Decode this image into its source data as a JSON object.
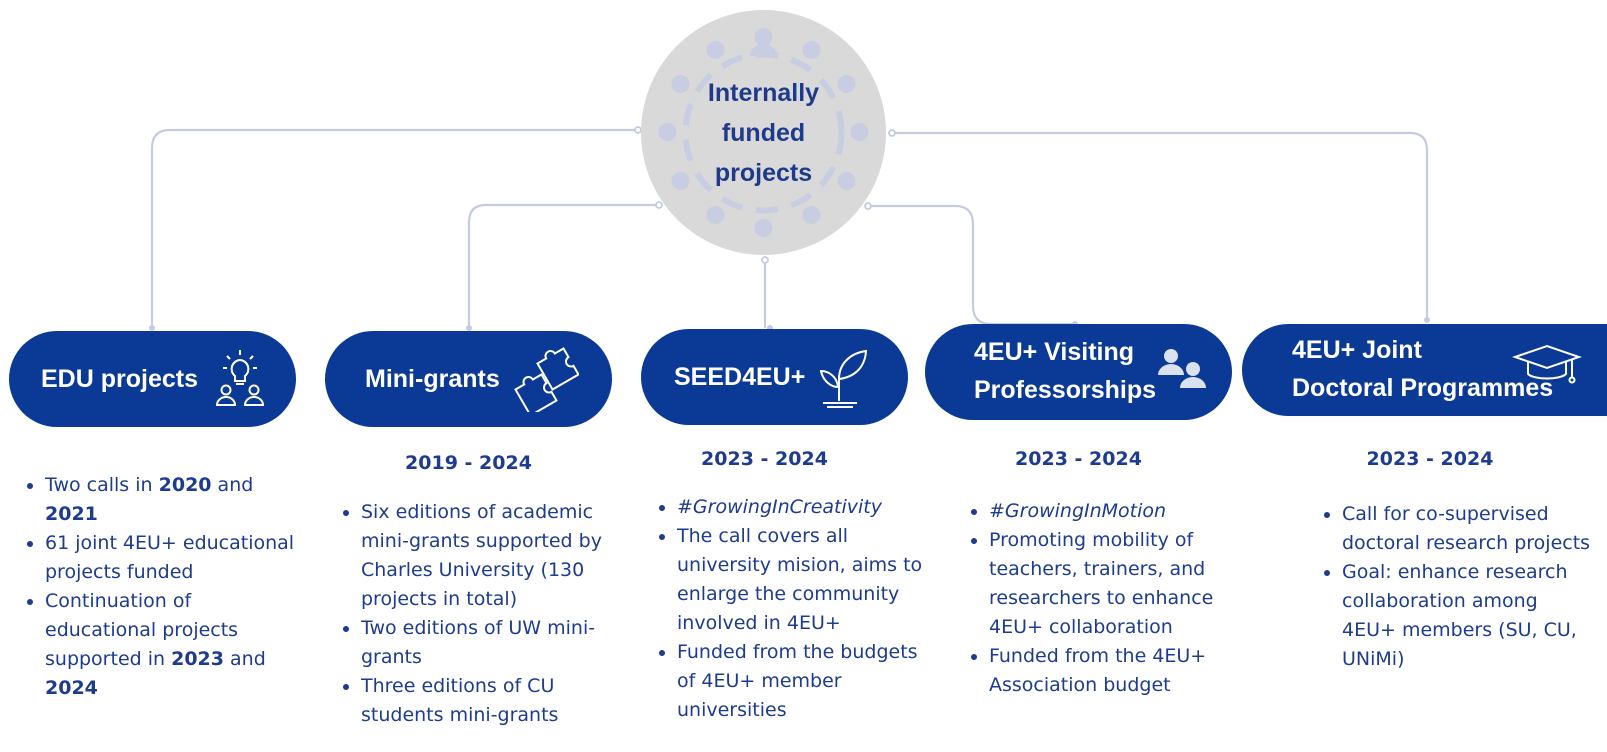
{
  "center": {
    "title": "Internally\nfunded\nprojects",
    "icon": "people-circle-icon"
  },
  "colors": {
    "pill": "#0b3a96",
    "text": "#1d3c8f",
    "hub": "#d9d9d9",
    "connector": "#c5cbe3",
    "hub_icons": "#c8cde2"
  },
  "columns": [
    {
      "title": "EDU projects",
      "icon": "idea-team-icon",
      "years": "",
      "bullets": [
        [
          "Two calls in ",
          {
            "b": "2020"
          },
          " and ",
          {
            "b": "2021"
          }
        ],
        [
          "61 joint 4EU+ educational projects funded"
        ],
        [
          "Continuation of educational projects supported in ",
          {
            "b": "2023"
          },
          " and ",
          {
            "b": "2024"
          }
        ]
      ]
    },
    {
      "title": "Mini-grants",
      "icon": "puzzle-icon",
      "years": "2019 - 2024",
      "bullets": [
        [
          " Six editions of academic mini-grants supported by Charles University (130 projects in total)"
        ],
        [
          "Two editions of UW mini-grants"
        ],
        [
          "Three editions of CU students mini-grants"
        ]
      ]
    },
    {
      "title": "SEED4EU+",
      "icon": "sprout-icon",
      "years": "2023 - 2024",
      "bullets": [
        [
          {
            "i": "#GrowingInCreativity"
          }
        ],
        [
          "The call covers all university mision, aims to enlarge the community involved in 4EU+"
        ],
        [
          "Funded from the budgets of 4EU+ member universities"
        ]
      ]
    },
    {
      "title": "4EU+ Visiting\nProfessorships",
      "icon": "people-icon",
      "years": "2023 - 2024",
      "bullets": [
        [
          {
            "i": "#GrowingInMotion"
          }
        ],
        [
          "Promoting mobility of teachers, trainers, and researchers to enhance 4EU+ collaboration"
        ],
        [
          "Funded from the 4EU+ Association budget"
        ]
      ]
    },
    {
      "title": "4EU+ Joint\nDoctoral Programmes",
      "icon": "graduation-cap-icon",
      "years": "2023 - 2024",
      "bullets": [
        [
          "Call for co-supervised doctoral research projects"
        ],
        [
          "Goal: enhance research collaboration among 4EU+ members (SU, CU, UNiMi)"
        ]
      ]
    }
  ]
}
